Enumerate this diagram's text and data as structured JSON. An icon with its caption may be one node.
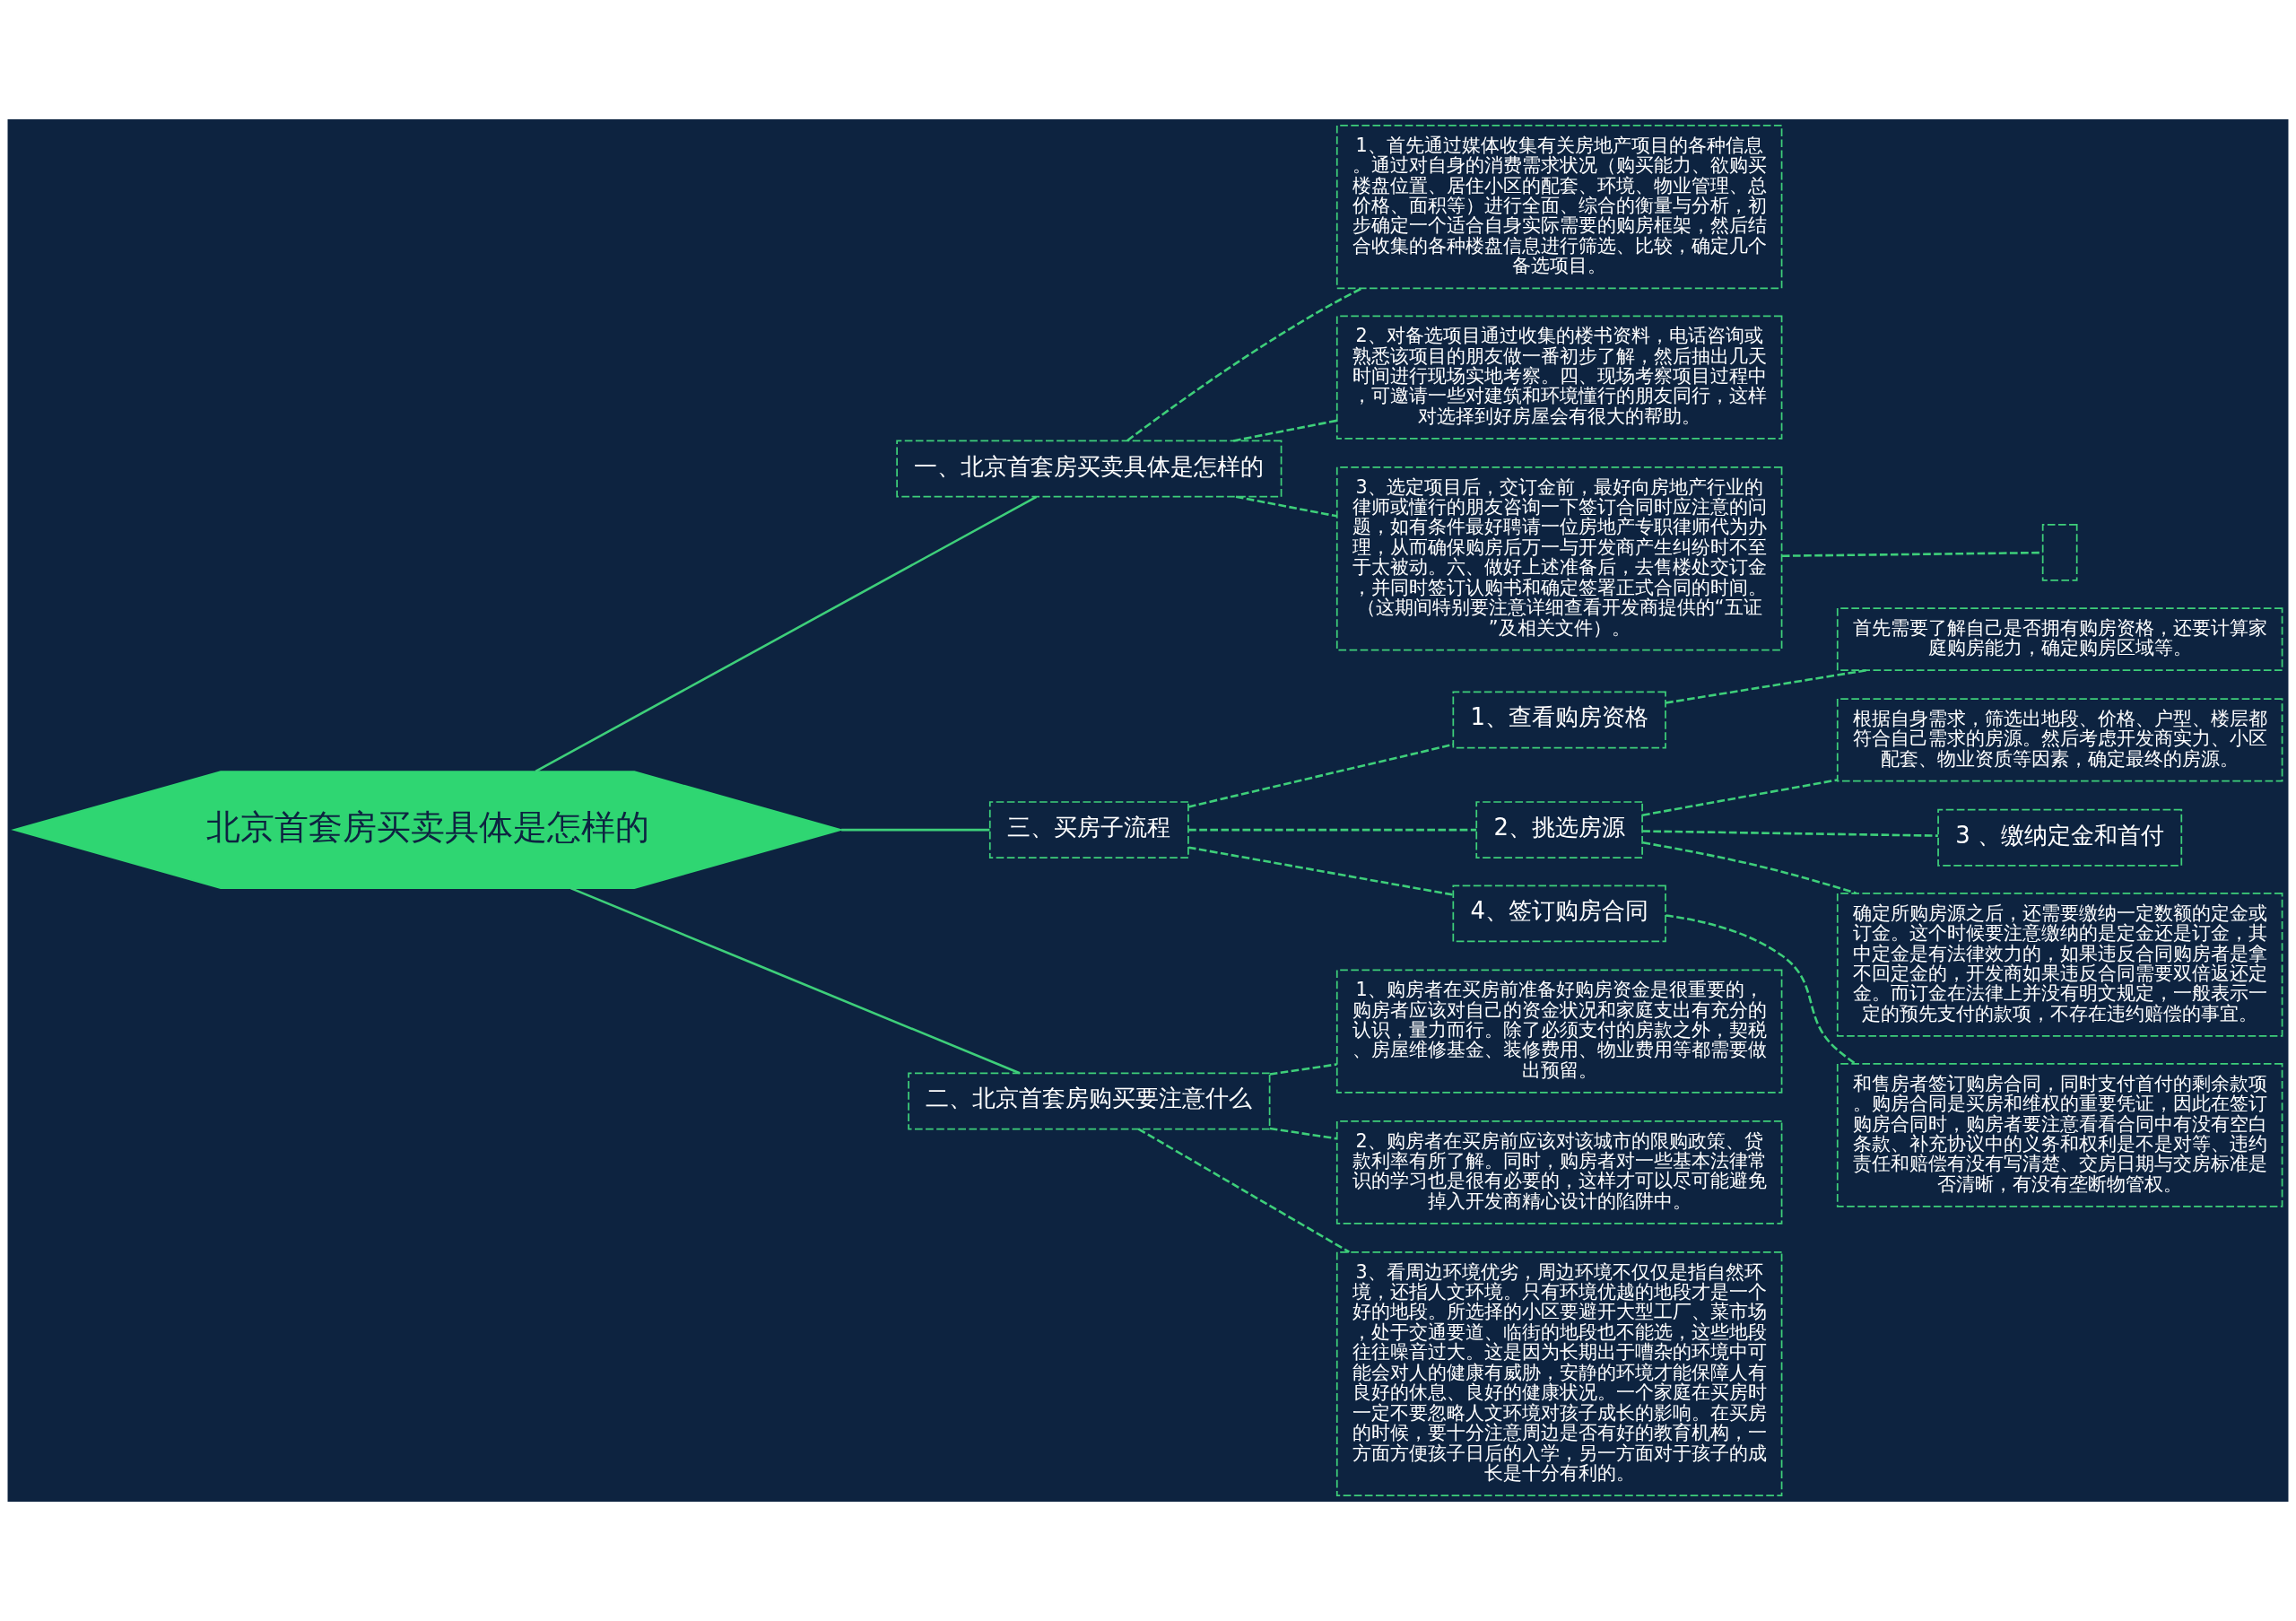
{
  "diagram": {
    "nodes": [
      {
        "text": [
          "北京首套房买卖具体是怎样的"
        ]
      },
      {
        "text": [
          "一、北京首套房买卖具体是怎样的"
        ]
      },
      {
        "text": [
          "1、首先通过媒体收集有关房地产项目的各种信息。通过对自身的消费需求状况（购买能力、欲购买楼盘位置、居住小区的配套、环境、物业管理、总价格、面积等）进行全面、综合的衡量与分析，初步确定一个适合自身实际需要的购房框架，然后结合收集的各种楼盘信息进行筛选、比较，确定几个备选项目。"
        ]
      },
      {
        "text": [
          "2、对备选项目通过收集的楼书资料，电话咨询或熟悉该项目的朋友做一番初步了解，然后抽出几天时间进行现场实地考察。四、现场考察项目过程中，可邀请一些对建筑和环境懂行的朋友同行，这样对选择到好房屋会有很大的帮助。"
        ]
      },
      {
        "text": [
          "3、选定项目后，交订金前，最好向房地产行业的律师或懂行的朋友咨询一下签订合同时应注意的问题，如有条件最好聘请一位房地产专职律师代为办理，从而确保购房后万一与开发商产生纠纷时不至于太被动。六、做好上述准备后，去售楼处交订金，并同时签订认购书和确定签署正式合同的时间。（这期间特别要注意详细查看开发商提供的“五证”及相关文件）。"
        ]
      },
      {
        "text": [],
        "shape": "box"
      },
      {
        "text": [
          "三、买房子流程"
        ]
      },
      {
        "text": [
          "1、查看购房资格"
        ]
      },
      {
        "text": [
          "首先需要了解自己是否拥有购房资格，还要计算家庭购房能力，确定购房区域等。"
        ]
      },
      {
        "text": [
          "2、挑选房源"
        ]
      },
      {
        "text": [
          "根据自身需求，筛选出地段、价格、户型、楼层都符合自己需求的房源。然后考虑开发商实力、小区配套、物业资质等因素，确定最终的房源。"
        ]
      },
      {
        "text": [
          "3 、缴纳定金和首付"
        ]
      },
      {
        "text": [
          "确定所购房源之后，还需要缴纳一定数额的定金或订金。这个时候要注意缴纳的是定金还是订金，其中定金是有法律效力的，如果违反合同购房者是拿不回定金的，开发商如果违反合同需要双倍返还定金。而订金在法律上并没有明文规定，一般表示一定的预先支付的款项，不存在违约赔偿的事宜。"
        ]
      },
      {
        "text": [
          "4、签订购房合同"
        ]
      },
      {
        "text": [
          "和售房者签订购房合同，同时支付首付的剩余款项。购房合同是买房和维权的重要凭证，因此在签订购房合同时，购房者要注意看看合同中有没有空白条款、补充协议中的义务和权利是不是对等、违约责任和赔偿有没有写清楚、交房日期与交房标准是否清晰，有没有垄断物管权。"
        ]
      },
      {
        "text": [
          "二、北京首套房购买要注意什么"
        ]
      },
      {
        "text": [
          "1、购房者在买房前准备好购房资金是很重要的，购房者应该对自己的资金状况和家庭支出有充分的认识，量力而行。除了必须支付的房款之外，契税、房屋维修基金、装修费用、物业费用等都需要做出预留。"
        ]
      },
      {
        "text": [
          "2、购房者在买房前应该对该城市的限购政策、贷款利率有所了解。同时，购房者对一些基本法律常识的学习也是很有必要的，这样才可以尽可能避免掉入开发商精心设计的陷阱中。"
        ]
      },
      {
        "text": [
          "3、看周边环境优劣，周边环境不仅仅是指自然环境，还指人文环境。只有环境优越的地段才是一个好的地段。所选择的小区要避开大型工厂、菜市场，处于交通要道、临街的地段也不能选，这些地段往往噪音过大。这是因为长期出于嘈杂的环境中可能会对人的健康有威胁，安静的环境才能保障人有良好的休息、良好的健康状况。一个家庭在买房时一定不要忽略人文环境对孩子成长的影响。在买房的时候，要十分注意周边是否有好的教育机构，一方面方便孩子日后的入学，另一方面对于孩子的成长是十分有利的。"
        ]
      }
    ],
    "edges": [
      {
        "from": 0,
        "to": 1,
        "arrow": "none"
      },
      {
        "from": 1,
        "to": 2,
        "arrow": "none",
        "style": "dashed"
      },
      {
        "from": 1,
        "to": 3,
        "arrow": "none",
        "style": "dashed"
      },
      {
        "from": 1,
        "to": 4,
        "arrow": "none",
        "style": "dashed"
      },
      {
        "from": 4,
        "to": 5,
        "arrow": "none",
        "style": "dashed"
      },
      {
        "from": 0,
        "to": 6,
        "arrow": "none"
      },
      {
        "from": 6,
        "to": 7,
        "arrow": "none",
        "style": "dashed"
      },
      {
        "from": 7,
        "to": 8,
        "arrow": "none",
        "style": "dashed"
      },
      {
        "from": 6,
        "to": 9,
        "arrow": "none",
        "style": "dashed"
      },
      {
        "from": 9,
        "to": 10,
        "arrow": "none",
        "style": "dashed"
      },
      {
        "from": 9,
        "to": 11,
        "arrow": "none",
        "style": "dashed"
      },
      {
        "from": 9,
        "to": 12,
        "arrow": "none",
        "style": "dashed"
      },
      {
        "from": 6,
        "to": 13,
        "arrow": "none",
        "style": "dashed"
      },
      {
        "from": 13,
        "to": 14,
        "arrow": "none",
        "style": "dashed"
      },
      {
        "from": 0,
        "to": 15,
        "arrow": "none"
      },
      {
        "from": 15,
        "to": 16,
        "arrow": "none",
        "style": "dashed"
      },
      {
        "from": 15,
        "to": 17,
        "arrow": "none",
        "style": "dashed"
      },
      {
        "from": 15,
        "to": 18,
        "arrow": "none",
        "style": "dashed"
      }
    ]
  }
}
